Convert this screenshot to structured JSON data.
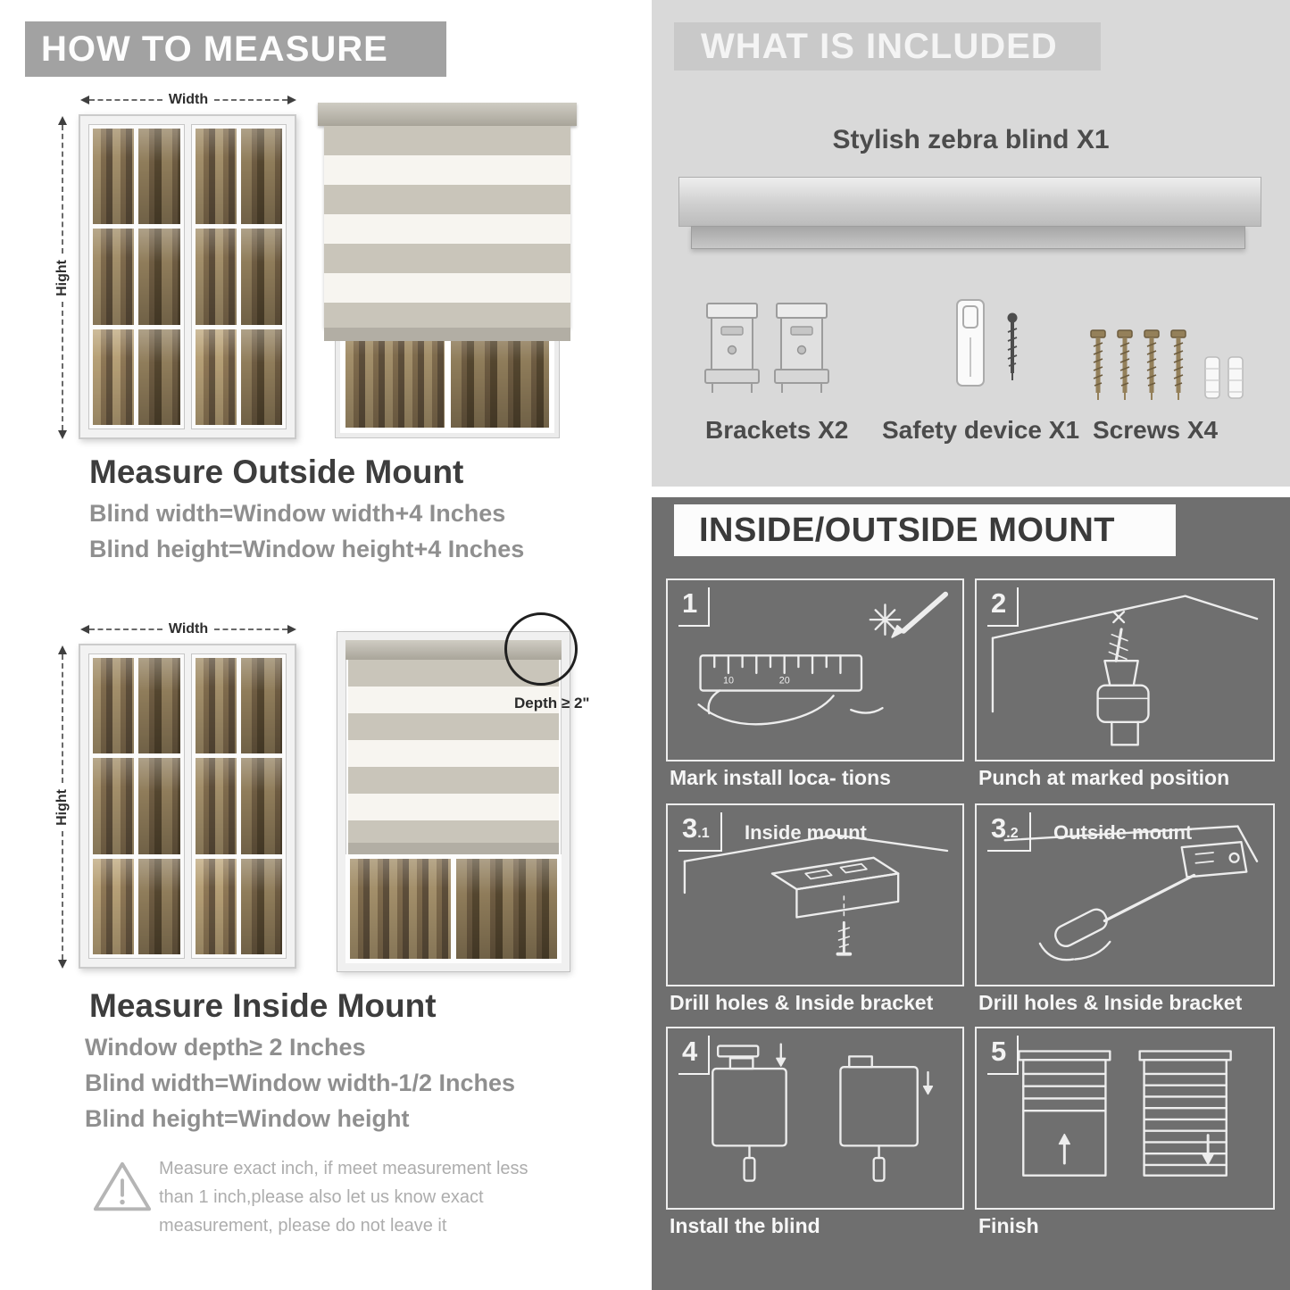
{
  "colors": {
    "banner_gray": "#a2a2a2",
    "included_bg": "#d9d9d9",
    "included_banner": "#c9c9c9",
    "mount_bg": "#6f6f6f"
  },
  "how_to_measure": {
    "header": "HOW TO MEASURE",
    "dim": {
      "width": "Width",
      "height": "Hight"
    },
    "outside": {
      "title": "Measure Outside Mount",
      "lines": [
        "Blind width=Window width+4 Inches",
        "Blind height=Window height+4 Inches"
      ]
    },
    "inside": {
      "title": "Measure Inside Mount",
      "depth_callout": "Depth ≥ 2\"",
      "lines": [
        "Window depth≥ 2 Inches",
        "Blind width=Window width-1/2 Inches",
        "Blind height=Window height"
      ]
    },
    "warning_note": "Measure exact inch, if meet measurement less than 1 inch,please also let us know exact measurement, please do not leave it"
  },
  "included": {
    "header": "WHAT IS INCLUDED",
    "product_label": "Stylish zebra blind X1",
    "items": [
      {
        "label": "Brackets X2"
      },
      {
        "label": "Safety device X1"
      },
      {
        "label": "Screws X4"
      }
    ]
  },
  "mount_steps": {
    "header": "INSIDE/OUTSIDE MOUNT",
    "steps": [
      {
        "num": "1",
        "sub": "",
        "label": "",
        "caption": "Mark install loca- tions"
      },
      {
        "num": "2",
        "sub": "",
        "label": "",
        "caption": "Punch at  marked position"
      },
      {
        "num": "3",
        "sub": ".1",
        "label": "Inside mount",
        "caption": "Drill holes &  Inside bracket"
      },
      {
        "num": "3",
        "sub": ".2",
        "label": "Outside mount",
        "caption": "Drill holes &  Inside bracket"
      },
      {
        "num": "4",
        "sub": "",
        "label": "",
        "caption": "Install the blind"
      },
      {
        "num": "5",
        "sub": "",
        "label": "",
        "caption": "Finish"
      }
    ]
  }
}
